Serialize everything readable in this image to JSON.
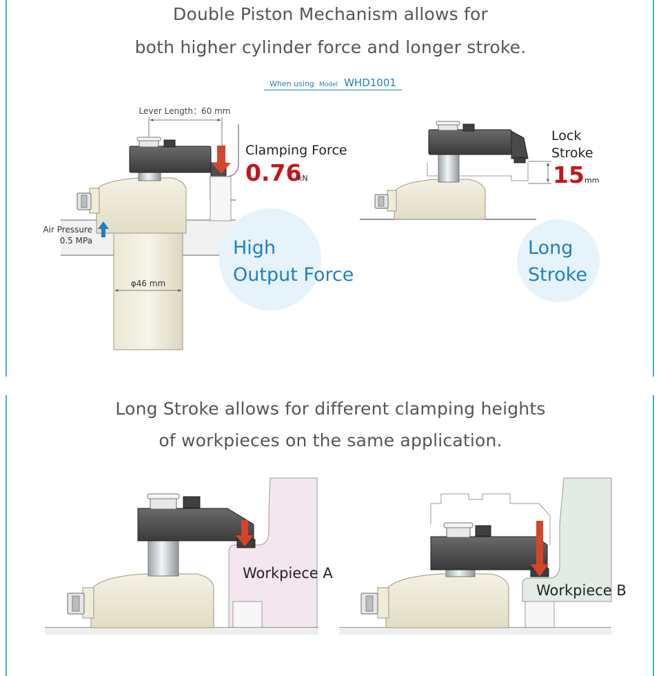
{
  "top_section": {
    "heading_line1": "Double Piston Mechanism allows for",
    "heading_line2": "both higher cylinder force and longer stroke.",
    "model_prefix": "When using",
    "model_label": "Model",
    "model_name": "WHD1001",
    "left_diagram": {
      "lever_length": "Lever Length：60 mm",
      "clamping_force_label": "Clamping Force",
      "clamping_force_value": "0.76",
      "clamping_force_unit": "kN",
      "air_pressure_label": "Air Pressure",
      "air_pressure_value": "0.5 MPa",
      "diameter": "φ46 mm",
      "bubble_line1": "High",
      "bubble_line2": "Output Force"
    },
    "right_diagram": {
      "lock_stroke_line1": "Lock",
      "lock_stroke_line2": "Stroke",
      "lock_stroke_value": "15",
      "lock_stroke_unit": "mm",
      "bubble_line1": "Long",
      "bubble_line2": "Stroke"
    }
  },
  "bottom_section": {
    "heading_line1": "Long Stroke allows for different clamping heights",
    "heading_line2": "of workpieces on the same application.",
    "workpiece_a": "Workpiece A",
    "workpiece_b": "Workpiece B"
  },
  "colors": {
    "frame": "#3fa7d6",
    "accent_blue": "#1f7fc3",
    "accent_red": "#c4161c",
    "arrow_red": "#d5452a",
    "bubble": "#e6f3fb",
    "workpiece_a": "#f3e6ee",
    "workpiece_b": "#e3ebe5"
  }
}
